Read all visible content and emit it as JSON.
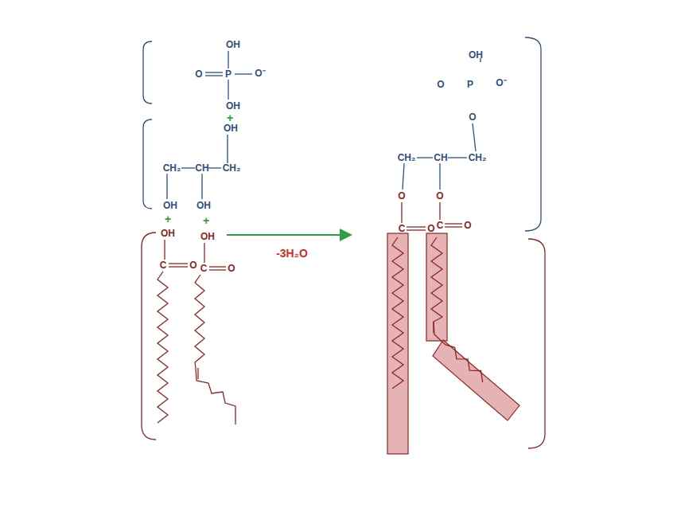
{
  "diagram": {
    "nodes": [
      {
        "text": [
          "CH₂",
          "CH",
          "CH₂",
          "O",
          "O",
          "C",
          "O",
          "C",
          "O"
        ]
      },
      {
        "text": [
          "OH",
          "O",
          "P",
          "O⁻",
          "O"
        ],
        "in": 0
      }
    ],
    "labels": [
      "OH",
      "O",
      "P",
      "O⁻",
      "OH",
      "+",
      "OH",
      "CH₂",
      "CH",
      "CH₂",
      "OH",
      "OH",
      "+",
      "+",
      "OH",
      "C",
      "O",
      "OH",
      "C",
      "O",
      "-3H₂O"
    ]
  }
}
